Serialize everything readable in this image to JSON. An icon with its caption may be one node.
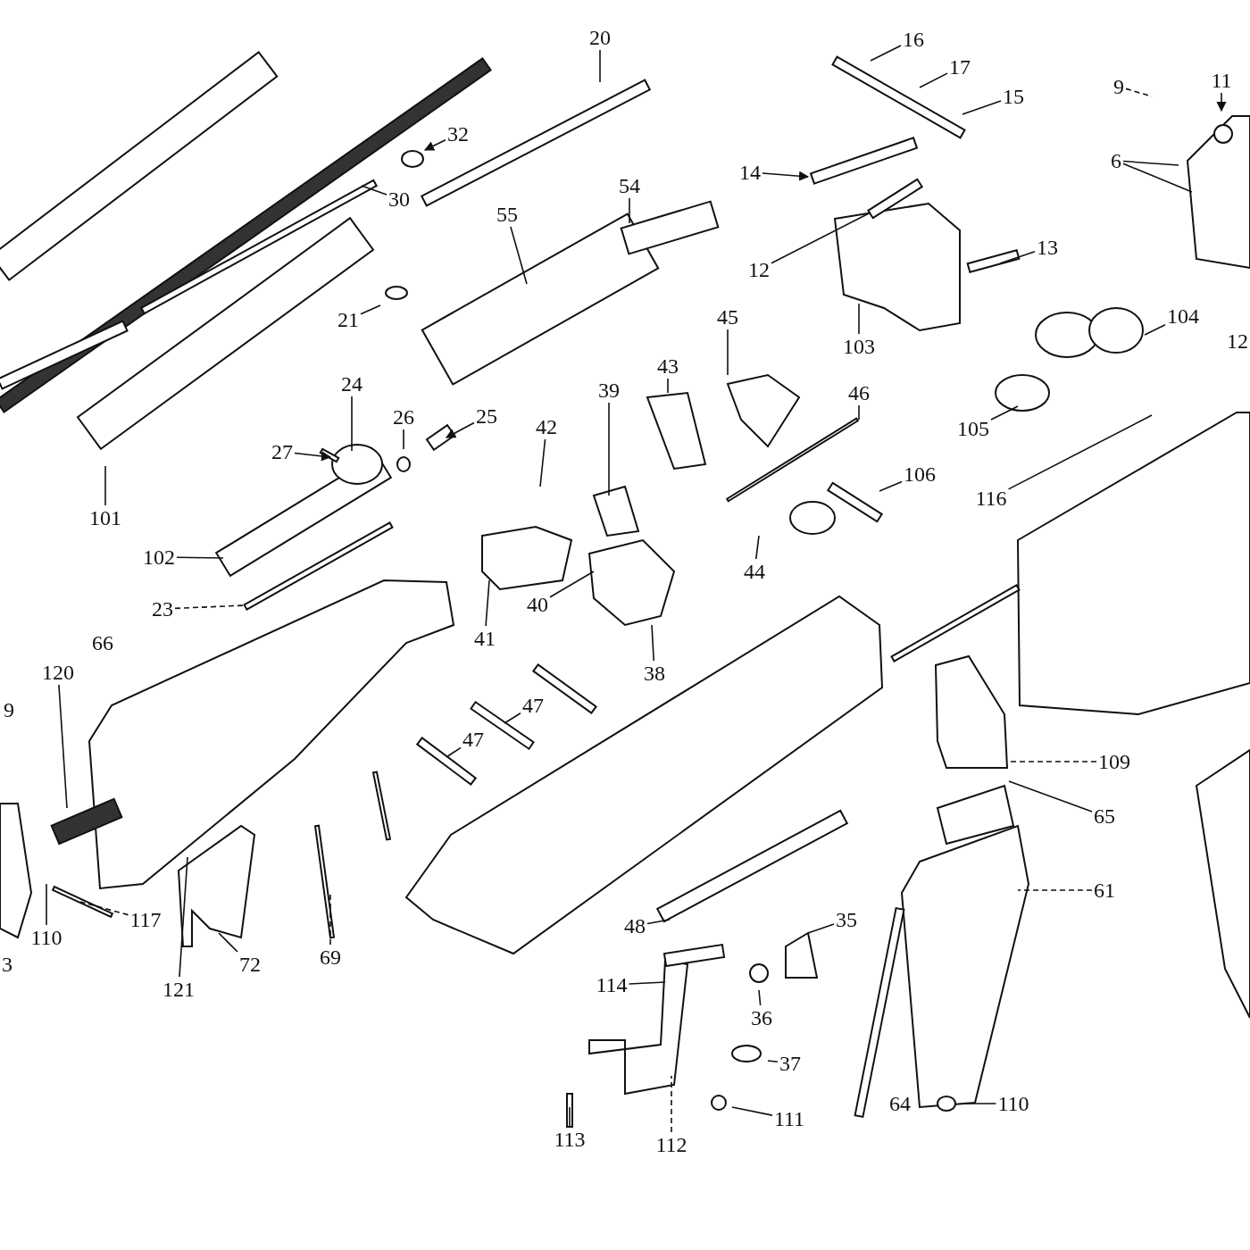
{
  "diagram": {
    "nodes": [
      {
        "text": [
          "20"
        ]
      },
      {
        "text": [
          "16"
        ]
      },
      {
        "text": [
          "17"
        ]
      },
      {
        "text": [
          "11"
        ]
      },
      {
        "text": [
          "9"
        ]
      },
      {
        "text": [
          "15"
        ]
      },
      {
        "text": [
          "32"
        ]
      },
      {
        "text": [
          "6"
        ]
      },
      {
        "text": [
          "14"
        ]
      },
      {
        "text": [
          "54"
        ]
      },
      {
        "text": [
          "30"
        ]
      },
      {
        "text": [
          "55"
        ]
      },
      {
        "text": [
          "13"
        ]
      },
      {
        "text": [
          "12"
        ]
      },
      {
        "text": [
          "104"
        ]
      },
      {
        "text": [
          "21"
        ]
      },
      {
        "text": [
          "45"
        ]
      },
      {
        "text": [
          "103"
        ]
      },
      {
        "text": [
          "43"
        ]
      },
      {
        "text": [
          "24"
        ]
      },
      {
        "text": [
          "39"
        ]
      },
      {
        "text": [
          "46"
        ]
      },
      {
        "text": [
          "26"
        ]
      },
      {
        "text": [
          "25"
        ]
      },
      {
        "text": [
          "42"
        ]
      },
      {
        "text": [
          "105"
        ]
      },
      {
        "text": [
          "27"
        ]
      },
      {
        "text": [
          "106"
        ]
      },
      {
        "text": [
          "116"
        ]
      },
      {
        "text": [
          "101"
        ]
      },
      {
        "text": [
          "102"
        ]
      },
      {
        "text": [
          "44"
        ]
      },
      {
        "text": [
          "40"
        ]
      },
      {
        "text": [
          "23"
        ]
      },
      {
        "text": [
          "41"
        ]
      },
      {
        "text": [
          "120"
        ]
      },
      {
        "text": [
          "38"
        ]
      },
      {
        "text": [
          "47"
        ]
      },
      {
        "text": [
          "47"
        ]
      },
      {
        "text": [
          "109"
        ]
      },
      {
        "text": [
          "65"
        ]
      },
      {
        "text": [
          "61"
        ]
      },
      {
        "text": [
          "117"
        ]
      },
      {
        "text": [
          "48"
        ]
      },
      {
        "text": [
          "35"
        ]
      },
      {
        "text": [
          "110"
        ]
      },
      {
        "text": [
          "69"
        ]
      },
      {
        "text": [
          "72"
        ]
      },
      {
        "text": [
          "114"
        ]
      },
      {
        "text": [
          "121"
        ]
      },
      {
        "text": [
          "36"
        ]
      },
      {
        "text": [
          "37"
        ]
      },
      {
        "text": [
          "110"
        ]
      },
      {
        "text": [
          "111"
        ]
      },
      {
        "text": [
          "113"
        ]
      },
      {
        "text": [
          "112"
        ]
      }
    ],
    "edges": [
      {
        "from": 0,
        "to": null,
        "arrow": "none"
      },
      {
        "from": 1,
        "to": null,
        "arrow": "none"
      },
      {
        "from": 2,
        "to": null,
        "arrow": "none"
      },
      {
        "from": 3,
        "to": null,
        "arrow": "to"
      },
      {
        "from": 4,
        "to": null,
        "arrow": "none",
        "style": "dashed"
      },
      {
        "from": 5,
        "to": null,
        "arrow": "none"
      },
      {
        "from": 6,
        "to": null,
        "arrow": "to"
      },
      {
        "from": 7,
        "to": null,
        "arrow": "none"
      },
      {
        "from": 7,
        "to": null,
        "arrow": "none"
      },
      {
        "from": 8,
        "to": null,
        "arrow": "to"
      },
      {
        "from": 9,
        "to": null,
        "arrow": "none"
      },
      {
        "from": 10,
        "to": null,
        "arrow": "none"
      },
      {
        "from": 11,
        "to": null,
        "arrow": "none"
      },
      {
        "from": 12,
        "to": null,
        "arrow": "none"
      },
      {
        "from": 13,
        "to": null,
        "arrow": "none"
      },
      {
        "from": 14,
        "to": null,
        "arrow": "none"
      },
      {
        "from": 15,
        "to": null,
        "arrow": "none"
      },
      {
        "from": 16,
        "to": null,
        "arrow": "none"
      },
      {
        "from": 17,
        "to": null,
        "arrow": "none"
      },
      {
        "from": 18,
        "to": null,
        "arrow": "none"
      },
      {
        "from": 19,
        "to": null,
        "arrow": "none"
      },
      {
        "from": 20,
        "to": null,
        "arrow": "none"
      },
      {
        "from": 21,
        "to": null,
        "arrow": "none"
      },
      {
        "from": 22,
        "to": null,
        "arrow": "none"
      },
      {
        "from": 23,
        "to": null,
        "arrow": "to"
      },
      {
        "from": 24,
        "to": null,
        "arrow": "none"
      },
      {
        "from": 25,
        "to": null,
        "arrow": "none"
      },
      {
        "from": 26,
        "to": null,
        "arrow": "to"
      },
      {
        "from": 27,
        "to": null,
        "arrow": "none"
      },
      {
        "from": 28,
        "to": null,
        "arrow": "none"
      },
      {
        "from": 29,
        "to": null,
        "arrow": "none"
      },
      {
        "from": 30,
        "to": null,
        "arrow": "none"
      },
      {
        "from": 31,
        "to": null,
        "arrow": "none"
      },
      {
        "from": 32,
        "to": null,
        "arrow": "none"
      },
      {
        "from": 33,
        "to": null,
        "arrow": "none",
        "style": "dashed"
      },
      {
        "from": 34,
        "to": null,
        "arrow": "none"
      },
      {
        "from": 35,
        "to": null,
        "arrow": "none"
      },
      {
        "from": 36,
        "to": null,
        "arrow": "none"
      },
      {
        "from": 37,
        "to": null,
        "arrow": "none"
      },
      {
        "from": 38,
        "to": null,
        "arrow": "none"
      },
      {
        "from": 39,
        "to": null,
        "arrow": "none",
        "style": "dashed"
      },
      {
        "from": 40,
        "to": null,
        "arrow": "none"
      },
      {
        "from": 41,
        "to": null,
        "arrow": "none",
        "style": "dashed"
      },
      {
        "from": 42,
        "to": null,
        "arrow": "none",
        "style": "dashed"
      },
      {
        "from": 43,
        "to": null,
        "arrow": "none"
      },
      {
        "from": 44,
        "to": null,
        "arrow": "none"
      },
      {
        "from": 45,
        "to": null,
        "arrow": "none"
      },
      {
        "from": 46,
        "to": null,
        "arrow": "none",
        "style": "dashed"
      },
      {
        "from": 47,
        "to": null,
        "arrow": "none"
      },
      {
        "from": 48,
        "to": null,
        "arrow": "none"
      },
      {
        "from": 49,
        "to": null,
        "arrow": "none"
      },
      {
        "from": 50,
        "to": null,
        "arrow": "none"
      },
      {
        "from": 51,
        "to": null,
        "arrow": "none"
      },
      {
        "from": 52,
        "to": null,
        "arrow": "none"
      },
      {
        "from": 53,
        "to": null,
        "arrow": "none"
      },
      {
        "from": 54,
        "to": null,
        "arrow": "none"
      },
      {
        "from": 55,
        "to": null,
        "arrow": "none",
        "style": "dashed"
      }
    ],
    "labels": [
      "66",
      "9",
      "12",
      "3",
      "64"
    ]
  }
}
